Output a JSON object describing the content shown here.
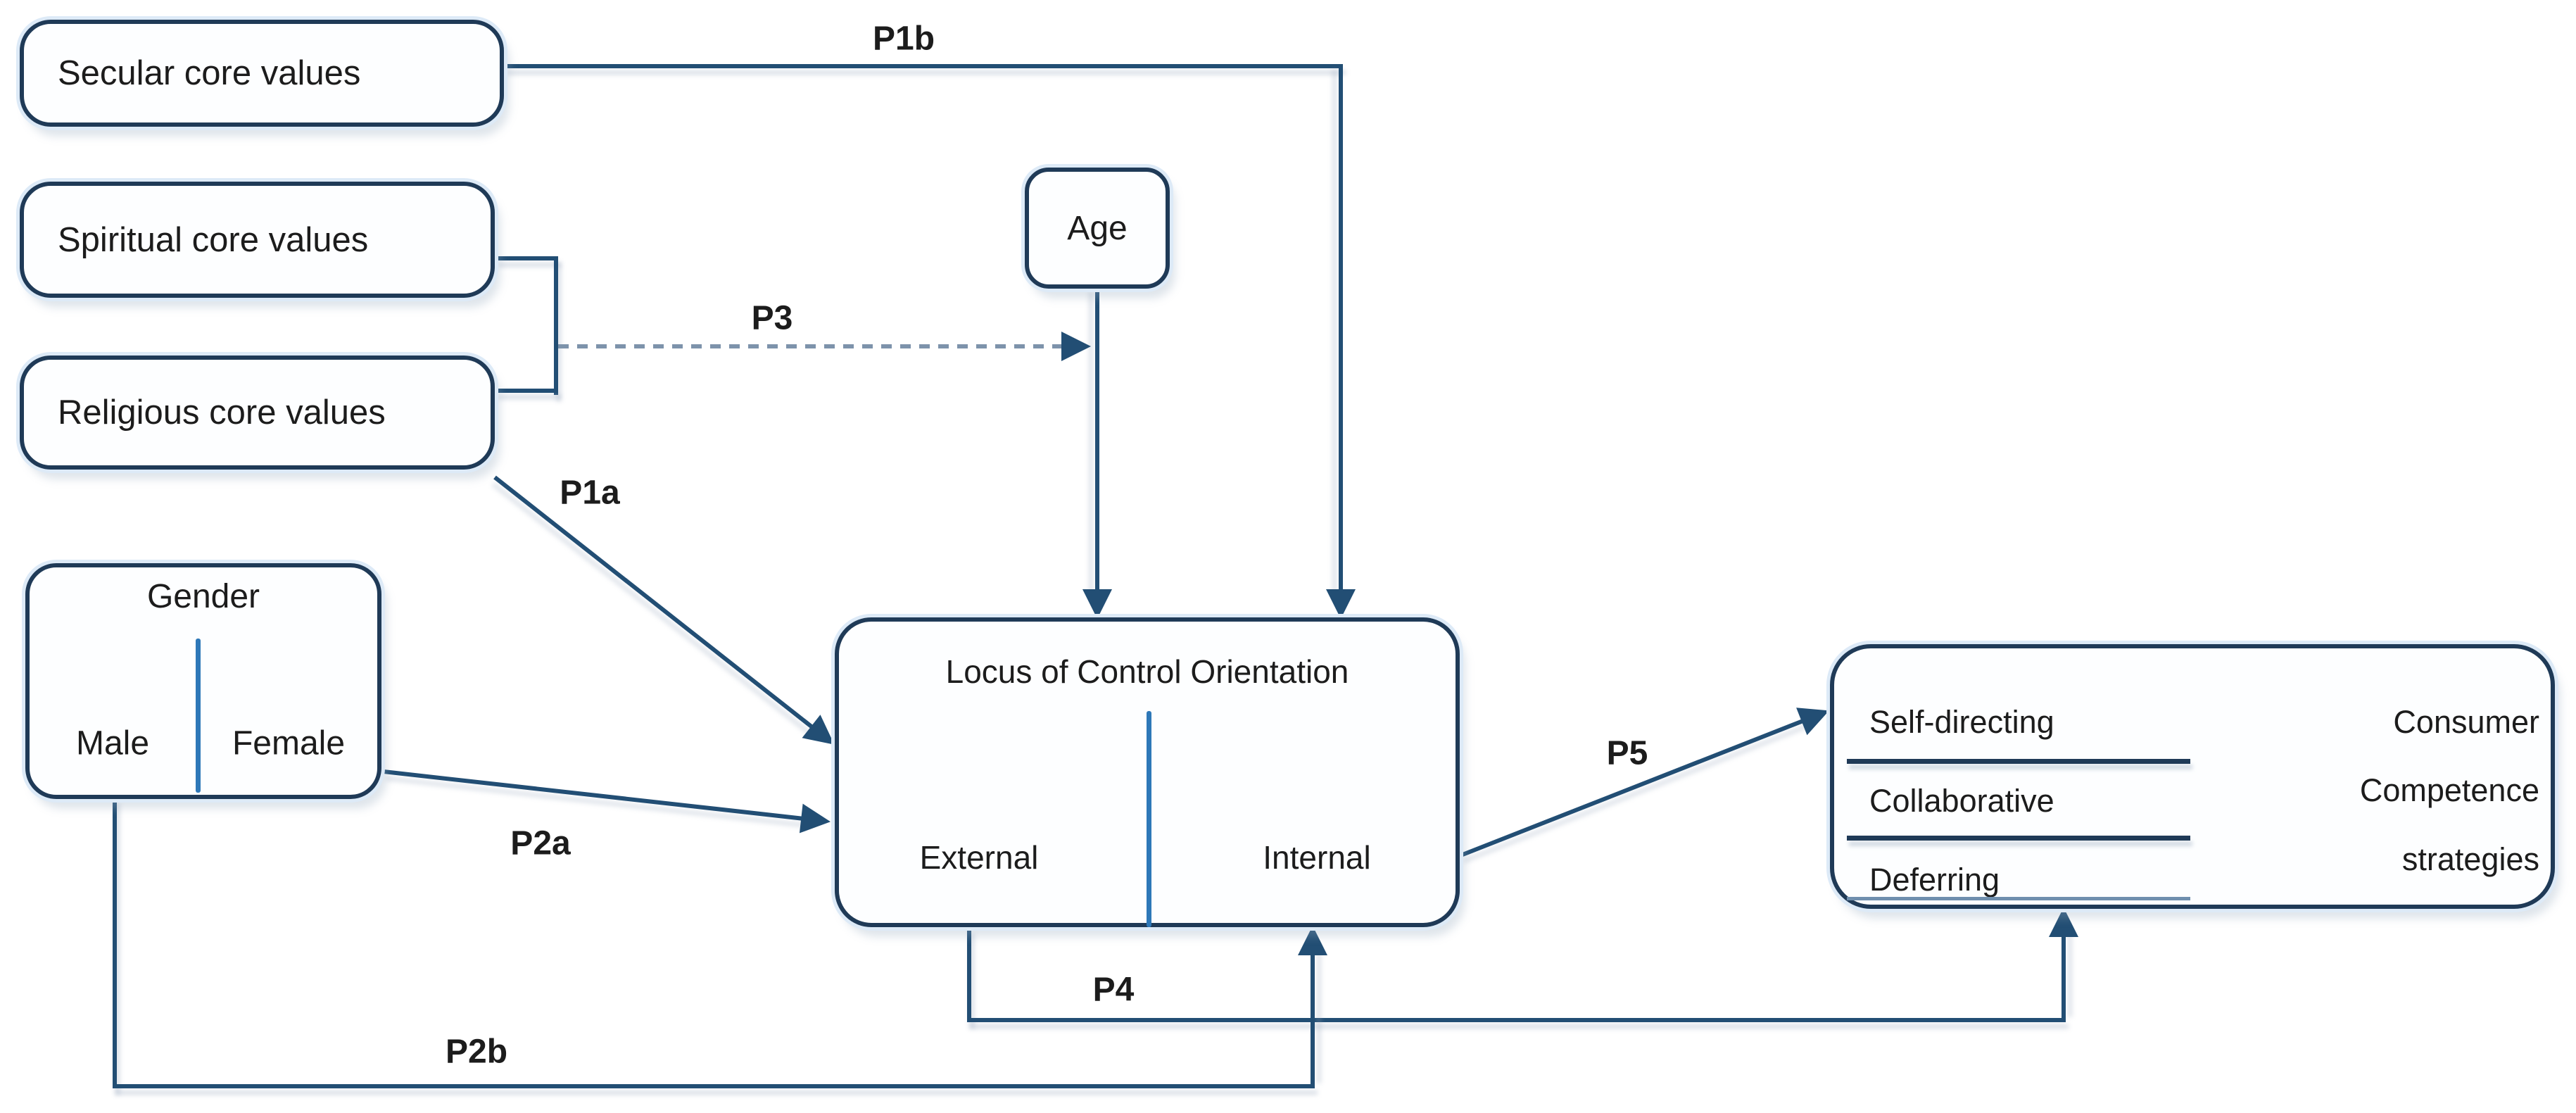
{
  "diagram": {
    "colors": {
      "line": "#224e74",
      "border": "#1f3a57",
      "divider": "#2e78b8",
      "dash": "#7d93ab",
      "ink": "#1c1c1c",
      "soft": "#6f8fae",
      "glow": "#ddeaf7"
    },
    "nodes": {
      "secular": {
        "label": "Secular core values"
      },
      "spiritual": {
        "label": "Spiritual core values"
      },
      "religious": {
        "label": "Religious core values"
      },
      "age": {
        "label": "Age"
      },
      "gender": {
        "title": "Gender",
        "left_option": "Male",
        "right_option": "Female"
      },
      "locus": {
        "title": "Locus of Control Orientation",
        "left_option": "External",
        "right_option": "Internal"
      },
      "strategies": {
        "items": [
          "Self-directing",
          "Collaborative",
          "Deferring"
        ],
        "caption_lines": [
          "Consumer",
          "Competence",
          "strategies"
        ]
      }
    },
    "path_labels": {
      "p1a": "P1a",
      "p1b": "P1b",
      "p2a": "P2a",
      "p2b": "P2b",
      "p3": "P3",
      "p4": "P4",
      "p5": "P5"
    }
  }
}
